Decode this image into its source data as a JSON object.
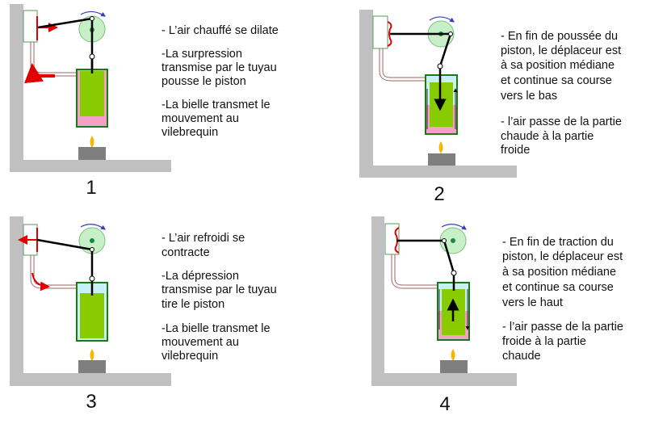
{
  "colors": {
    "wall": "#c0c0c0",
    "displacer": "#88cc00",
    "hot_air": "#f4a0c8",
    "cold_air": "#c8f0f8",
    "arrow": "#e00000",
    "burner": "#7f7f7f",
    "flame": "#f5b800"
  },
  "panels": [
    {
      "number": "1",
      "lines": [
        "- L’air chauffé se dilate",
        "-La surpression",
        "transmise par le tuyau",
        "pousse le piston",
        "-La bielle transmet le",
        "mouvement au",
        "vilebrequin"
      ]
    },
    {
      "number": "2",
      "lines": [
        "- En fin de poussée du",
        "piston, le déplaceur est",
        "à sa position médiane",
        "et continue sa course",
        "vers le bas",
        "- l’air passe de la partie",
        "chaude à la partie",
        "froide"
      ]
    },
    {
      "number": "3",
      "lines": [
        "- L’air refroidi se",
        "contracte",
        "-La dépression",
        "transmise par le tuyau",
        "tire le piston",
        "-La bielle transmet le",
        "mouvement au",
        "vilebrequin"
      ]
    },
    {
      "number": "4",
      "lines": [
        "- En fin de traction du",
        "piston, le déplaceur est",
        "à sa position médiane",
        "et continue sa course",
        "vers le haut",
        "- l’air passe de la partie",
        "froide à la partie",
        "chaude"
      ]
    }
  ]
}
